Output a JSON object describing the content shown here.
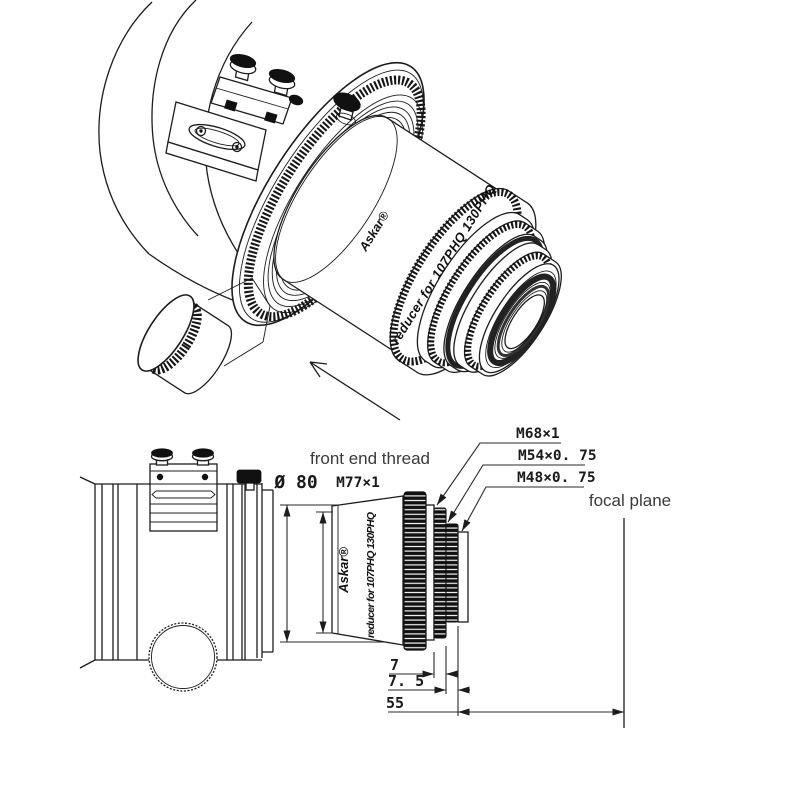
{
  "drawing": {
    "brand": "Askar®",
    "barrel_text": "reducer for 107PHQ 130PHQ",
    "labels": {
      "front_end_thread": "front end thread",
      "focal_plane": "focal plane",
      "outer_diameter": "Ø 80"
    },
    "thread_callouts": [
      {
        "name": "front-thread",
        "label": "M77×1"
      },
      {
        "name": "m68-thread",
        "label": "M68×1"
      },
      {
        "name": "m54-thread",
        "label": "M54×0. 75"
      },
      {
        "name": "m48-thread",
        "label": "M48×0. 75"
      }
    ],
    "dimensions_mm": [
      {
        "name": "m68-length",
        "label": "7"
      },
      {
        "name": "m54-length",
        "label": "7. 5"
      },
      {
        "name": "back-focus",
        "label": "55"
      }
    ],
    "colors": {
      "line": "#1c1c1c",
      "background": "#ffffff"
    }
  }
}
